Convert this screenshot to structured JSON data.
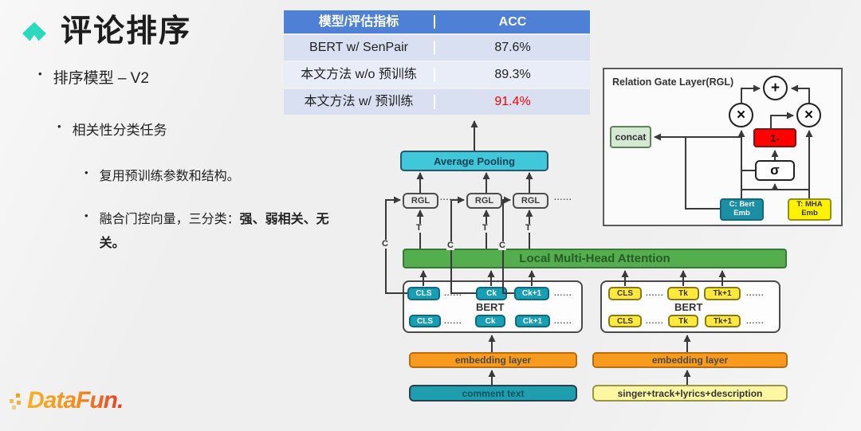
{
  "slide": {
    "title": "评论排序",
    "title_icon": "arrow-up-diamond-icon",
    "bullets": {
      "b1": "排序模型 – V2",
      "b2": "相关性分类任务",
      "b3": "复用预训练参数和结构。",
      "b4_prefix": "融合门控向量，三分类：",
      "b4_bold": "强、弱相关、无关。",
      "marker": "•"
    }
  },
  "table": {
    "headers": [
      "模型/评估指标",
      "ACC"
    ],
    "rows": [
      {
        "model": "BERT w/ SenPair",
        "acc": "87.6%"
      },
      {
        "model": "本文方法 w/o 预训练",
        "acc": "89.3%"
      },
      {
        "model": "本文方法 w/ 预训练",
        "acc": "91.4%"
      }
    ],
    "highlight_color": "#ff0000"
  },
  "diagram": {
    "avg_pooling": "Average Pooling",
    "rgl": "RGL",
    "mha": "Local Multi-Head Attention",
    "bert": "BERT",
    "dots": "......",
    "t_label": "T",
    "c_label": "C",
    "tokens_left": {
      "cls": "CLS",
      "ck": "Ck",
      "ck1": "Ck+1"
    },
    "tokens_right": {
      "cls": "CLS",
      "tk": "Tk",
      "tk1": "Tk+1"
    },
    "embedding": "embedding layer",
    "comment": "comment text",
    "singer": "singer+track+lyrics+description"
  },
  "rgl_panel": {
    "title": "Relation Gate Layer(RGL)",
    "concat": "concat",
    "plus": "+",
    "times": "×",
    "one_minus": "1-",
    "sigma": "σ",
    "c_emb_line1": "C: Bert",
    "c_emb_line2": "Emb",
    "t_emb_line1": "T: MHA",
    "t_emb_line2": "Emb"
  },
  "logo": {
    "text": "DataFun."
  },
  "colors": {
    "accent_teal_icon": "#2bd9be",
    "table_header": "#4e80d6",
    "table_row_a": "#d8e0f2",
    "table_row_b": "#e9edf8",
    "highlight_red": "#ff0000",
    "cyan_pool": "#41c7da",
    "green_mha": "#55ae4e",
    "teal_token": "#189fb5",
    "yellow_token": "#ffe93c",
    "orange_embedding": "#f79a1e",
    "red_gate": "#fe0100"
  }
}
